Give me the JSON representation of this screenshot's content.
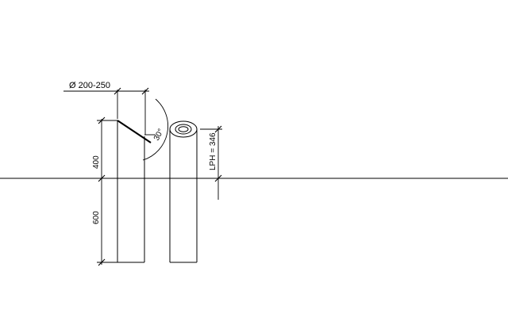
{
  "drawing": {
    "diameter_label": "Ø 200-250",
    "angle_label": "30°",
    "above_ground_label": "400",
    "below_ground_label": "600",
    "lph_label": "LPH = 346"
  }
}
